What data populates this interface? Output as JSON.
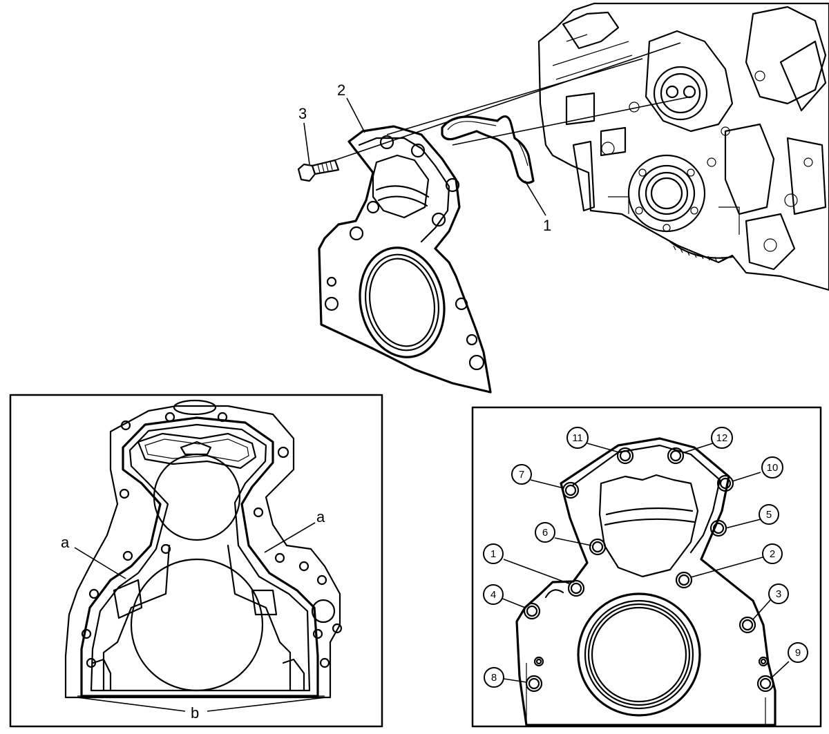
{
  "exploded_view": {
    "callouts": [
      {
        "id": "1",
        "text": "1"
      },
      {
        "id": "2",
        "text": "2"
      },
      {
        "id": "3",
        "text": "3"
      }
    ]
  },
  "seal_detail": {
    "labels": {
      "a_left": "a",
      "a_right": "a",
      "b": "b"
    }
  },
  "bolt_sequence": {
    "bolts": [
      "1",
      "2",
      "3",
      "4",
      "5",
      "6",
      "7",
      "8",
      "9",
      "10",
      "11",
      "12"
    ]
  }
}
